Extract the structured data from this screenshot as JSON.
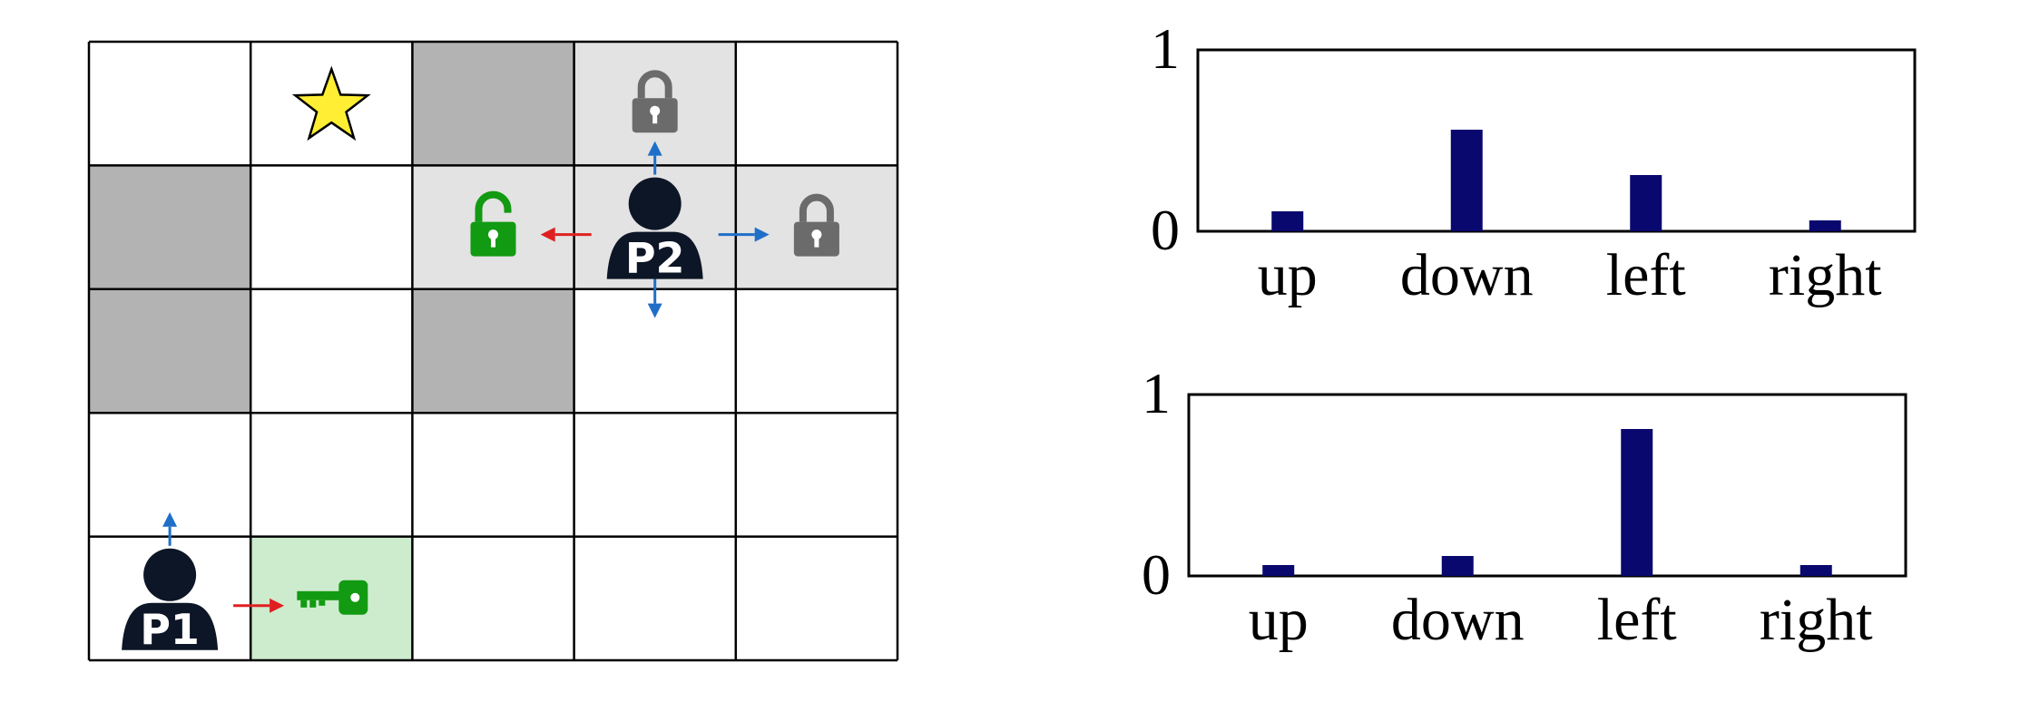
{
  "gridworld": {
    "rows": 5,
    "cols": 5,
    "colors": {
      "wall": "#b3b3b3",
      "highlight": "#e3e3e3",
      "key_cell": "#cdeccd",
      "lock_gray": "#6b6b6b",
      "lock_green": "#129a12",
      "key_green": "#129a12",
      "player": "#0d1626",
      "arrow_blue": "#1f6fc8",
      "arrow_red": "#e02020",
      "star": "#ffee33"
    },
    "cells": [
      {
        "row": 0,
        "col": 2,
        "type": "wall"
      },
      {
        "row": 1,
        "col": 0,
        "type": "wall"
      },
      {
        "row": 2,
        "col": 0,
        "type": "wall"
      },
      {
        "row": 2,
        "col": 2,
        "type": "wall"
      },
      {
        "row": 0,
        "col": 3,
        "type": "highlight"
      },
      {
        "row": 1,
        "col": 2,
        "type": "highlight"
      },
      {
        "row": 1,
        "col": 3,
        "type": "highlight"
      },
      {
        "row": 1,
        "col": 4,
        "type": "highlight"
      },
      {
        "row": 4,
        "col": 1,
        "type": "key_cell"
      }
    ],
    "items": [
      {
        "name": "goal-star-icon",
        "icon": "star",
        "row": 0,
        "col": 1
      },
      {
        "name": "lock-closed-icon-up",
        "icon": "lock-closed",
        "row": 0,
        "col": 3,
        "color": "gray"
      },
      {
        "name": "lock-closed-icon-right",
        "icon": "lock-closed",
        "row": 1,
        "col": 4,
        "color": "gray"
      },
      {
        "name": "lock-open-icon-left",
        "icon": "lock-open",
        "row": 1,
        "col": 2,
        "color": "green"
      },
      {
        "name": "key-icon",
        "icon": "key",
        "row": 4,
        "col": 1,
        "color": "green"
      }
    ],
    "players": [
      {
        "label": "P1",
        "row": 4,
        "col": 0,
        "arrows": [
          {
            "dir": "up",
            "color": "blue"
          },
          {
            "dir": "right",
            "color": "red"
          }
        ]
      },
      {
        "label": "P2",
        "row": 1,
        "col": 3,
        "arrows": [
          {
            "dir": "up",
            "color": "blue"
          },
          {
            "dir": "down",
            "color": "blue"
          },
          {
            "dir": "left",
            "color": "red"
          },
          {
            "dir": "right",
            "color": "blue"
          }
        ]
      }
    ]
  },
  "chart_data": [
    {
      "type": "bar",
      "categories": [
        "up",
        "down",
        "left",
        "right"
      ],
      "values": [
        0.11,
        0.56,
        0.31,
        0.06
      ],
      "ylim": [
        0,
        1
      ],
      "yticks": [
        "0",
        "1"
      ],
      "bar_color": "#08086e",
      "grid": false
    },
    {
      "type": "bar",
      "categories": [
        "up",
        "down",
        "left",
        "right"
      ],
      "values": [
        0.06,
        0.11,
        0.81,
        0.06
      ],
      "ylim": [
        0,
        1
      ],
      "yticks": [
        "0",
        "1"
      ],
      "bar_color": "#08086e",
      "grid": false
    }
  ]
}
